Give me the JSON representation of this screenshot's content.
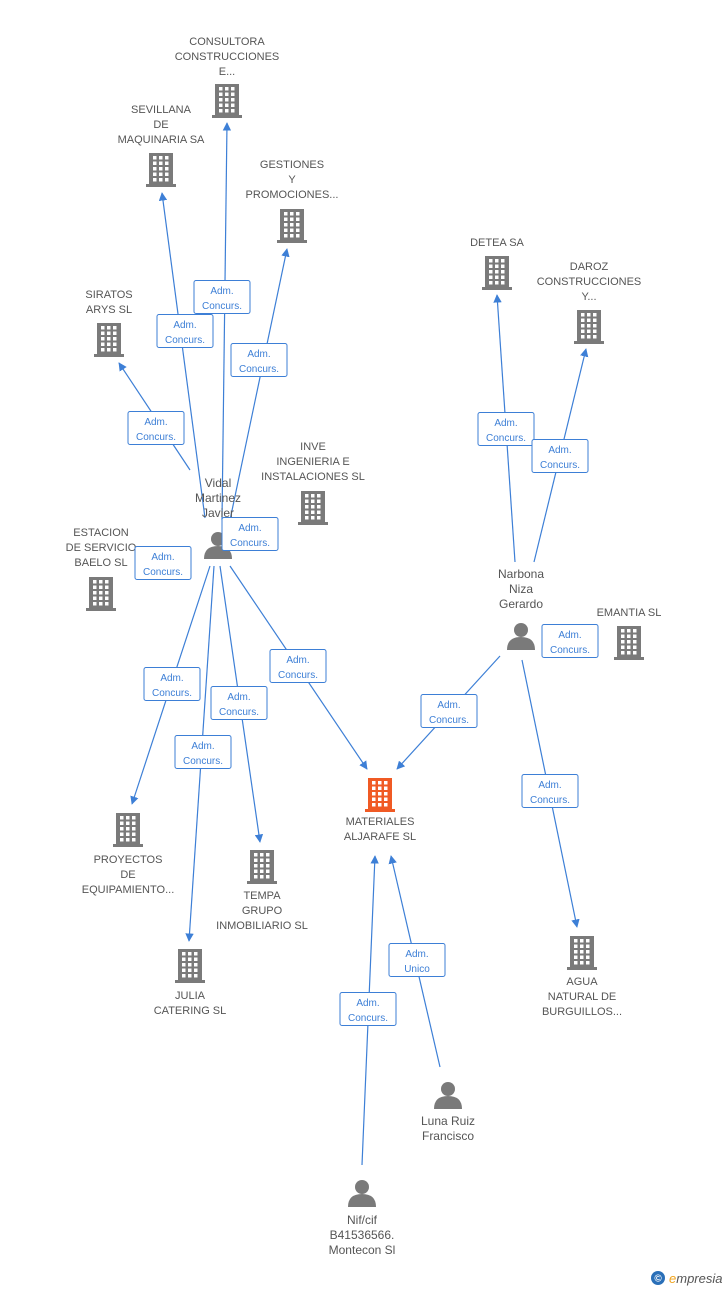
{
  "colors": {
    "edge": "#3d7fd6",
    "company": "#7a7a7a",
    "company_focus": "#f05a24",
    "person": "#7a7a7a",
    "label": "#555555",
    "brand_circle": "#2a6fb8",
    "brand_accent": "#f0a31c"
  },
  "icons": {
    "company": "building-icon",
    "person": "person-icon"
  },
  "nodes": [
    {
      "id": "materiales",
      "type": "company",
      "focus": true,
      "lines": [
        "MATERIALES",
        "ALJARAFE SL"
      ]
    },
    {
      "id": "consultora",
      "type": "company",
      "lines": [
        "CONSULTORA",
        "CONSTRUCCIONES",
        "E..."
      ]
    },
    {
      "id": "sevillana",
      "type": "company",
      "lines": [
        "SEVILLANA",
        "DE",
        "MAQUINARIA SA"
      ]
    },
    {
      "id": "gestiones",
      "type": "company",
      "lines": [
        "GESTIONES",
        "Y",
        "PROMOCIONES..."
      ]
    },
    {
      "id": "siratos",
      "type": "company",
      "lines": [
        "SIRATOS",
        "ARYS SL"
      ]
    },
    {
      "id": "inve",
      "type": "company",
      "lines": [
        "INVE",
        "INGENIERIA E",
        "INSTALACIONES SL"
      ]
    },
    {
      "id": "estacion",
      "type": "company",
      "lines": [
        "ESTACION",
        "DE SERVICIO",
        "BAELO SL"
      ]
    },
    {
      "id": "detea",
      "type": "company",
      "lines": [
        "DETEA SA"
      ]
    },
    {
      "id": "daroz",
      "type": "company",
      "lines": [
        "DAROZ",
        "CONSTRUCCIONES",
        "Y..."
      ]
    },
    {
      "id": "emantia",
      "type": "company",
      "lines": [
        "EMANTIA SL"
      ]
    },
    {
      "id": "proyectos",
      "type": "company",
      "lines": [
        "PROYECTOS",
        "DE",
        "EQUIPAMIENTO..."
      ]
    },
    {
      "id": "tempa",
      "type": "company",
      "lines": [
        "TEMPA",
        "GRUPO",
        "INMOBILIARIO SL"
      ]
    },
    {
      "id": "julia",
      "type": "company",
      "lines": [
        "JULIA",
        "CATERING SL"
      ]
    },
    {
      "id": "agua",
      "type": "company",
      "lines": [
        "AGUA",
        "NATURAL DE",
        "BURGUILLOS..."
      ]
    },
    {
      "id": "vidal",
      "type": "person",
      "lines": [
        "Vidal",
        "Martinez",
        "Javier"
      ]
    },
    {
      "id": "narbona",
      "type": "person",
      "lines": [
        "Narbona",
        "Niza",
        "Gerardo"
      ]
    },
    {
      "id": "luna",
      "type": "person",
      "lines": [
        "Luna Ruiz",
        "Francisco"
      ]
    },
    {
      "id": "nifcif",
      "type": "person",
      "lines": [
        "Nif/cif",
        "B41536566.",
        "Montecon Sl"
      ]
    }
  ],
  "edges": [
    {
      "from": "vidal",
      "to": "consultora",
      "label": [
        "Adm.",
        "Concurs."
      ]
    },
    {
      "from": "vidal",
      "to": "sevillana",
      "label": [
        "Adm.",
        "Concurs."
      ]
    },
    {
      "from": "vidal",
      "to": "gestiones",
      "label": [
        "Adm.",
        "Concurs."
      ]
    },
    {
      "from": "vidal",
      "to": "siratos",
      "label": [
        "Adm.",
        "Concurs."
      ]
    },
    {
      "from": "vidal",
      "to": "inve",
      "label": [
        "Adm.",
        "Concurs."
      ]
    },
    {
      "from": "vidal",
      "to": "estacion",
      "label": [
        "Adm.",
        "Concurs."
      ]
    },
    {
      "from": "vidal",
      "to": "proyectos",
      "label": [
        "Adm.",
        "Concurs."
      ]
    },
    {
      "from": "vidal",
      "to": "tempa",
      "label": [
        "Adm.",
        "Concurs."
      ]
    },
    {
      "from": "vidal",
      "to": "julia",
      "label": [
        "Adm.",
        "Concurs."
      ]
    },
    {
      "from": "vidal",
      "to": "materiales",
      "label": [
        "Adm.",
        "Concurs."
      ]
    },
    {
      "from": "narbona",
      "to": "detea",
      "label": [
        "Adm.",
        "Concurs."
      ]
    },
    {
      "from": "narbona",
      "to": "daroz",
      "label": [
        "Adm.",
        "Concurs."
      ]
    },
    {
      "from": "narbona",
      "to": "emantia",
      "label": [
        "Adm.",
        "Concurs."
      ]
    },
    {
      "from": "narbona",
      "to": "materiales",
      "label": [
        "Adm.",
        "Concurs."
      ]
    },
    {
      "from": "narbona",
      "to": "agua",
      "label": [
        "Adm.",
        "Concurs."
      ]
    },
    {
      "from": "luna",
      "to": "materiales",
      "label": [
        "Adm.",
        "Unico"
      ]
    },
    {
      "from": "nifcif",
      "to": "materiales",
      "label": [
        "Adm.",
        "Concurs."
      ]
    }
  ],
  "brand": {
    "symbol": "©",
    "initial": "e",
    "rest": "mpresia"
  }
}
